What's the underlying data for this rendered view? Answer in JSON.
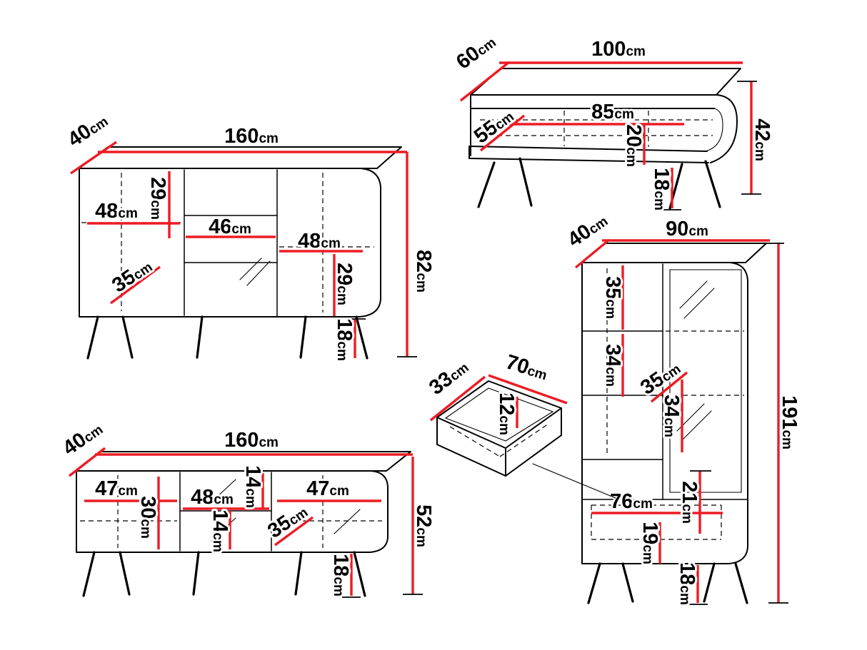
{
  "unit": "cm",
  "colors": {
    "red": "#ed1c24",
    "ink": "#000000",
    "bg": "#ffffff"
  },
  "figures": {
    "sideboard": {
      "dims": {
        "depth": "40",
        "width": "160",
        "height": "82",
        "left_height": "29",
        "left_width": "48",
        "middle_width": "46",
        "right_width": "48",
        "right_height": "29",
        "inner_depth": "35",
        "leg_height": "18"
      }
    },
    "coffee_table": {
      "dims": {
        "depth": "60",
        "width": "100",
        "height": "42",
        "inner_width": "85",
        "inner_depth": "55",
        "inner_height": "20",
        "leg_height": "18"
      }
    },
    "cabinet": {
      "dims": {
        "depth": "40",
        "width": "90",
        "height": "191",
        "shelf1_height": "35",
        "shelf2_height": "34",
        "inner_depth": "35",
        "right_shelf_height": "34",
        "drawer_width": "76",
        "drawer_height": "21",
        "base_height": "19",
        "leg_height": "18"
      }
    },
    "tv_stand": {
      "dims": {
        "depth": "40",
        "width": "160",
        "height": "52",
        "left_width": "47",
        "left_height": "30",
        "middle_width": "48",
        "upper_niche": "14",
        "lower_niche": "14",
        "right_width": "47",
        "inner_depth": "35",
        "leg_height": "18"
      }
    },
    "drawer": {
      "dims": {
        "depth": "33",
        "width": "70",
        "height": "12"
      }
    }
  }
}
